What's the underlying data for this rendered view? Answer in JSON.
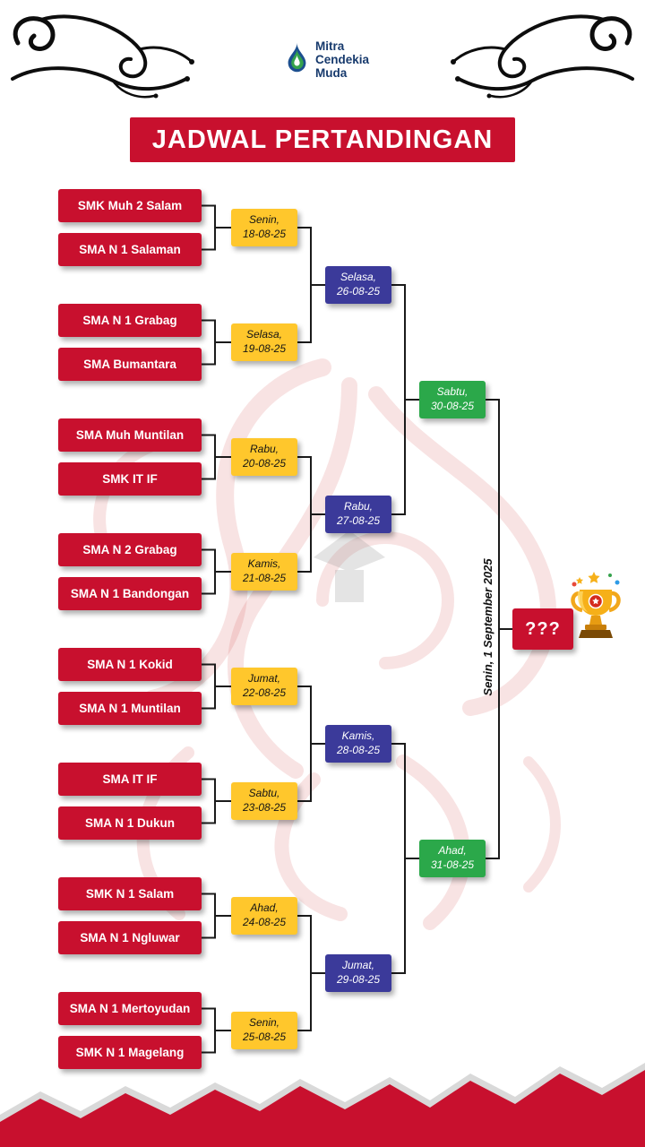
{
  "logo": {
    "name_lines": [
      "Mitra",
      "Cendekia",
      "Muda"
    ]
  },
  "title": "JADWAL PERTANDINGAN",
  "colors": {
    "red": "#C8102E",
    "yellow": "#FFC72C",
    "blue": "#3B3A9A",
    "green": "#2BA84A",
    "navy": "#173A6D"
  },
  "bracket": {
    "teams": [
      "SMK Muh 2 Salam",
      "SMA N 1 Salaman",
      "SMA N 1 Grabag",
      "SMA Bumantara",
      "SMA Muh Muntilan",
      "SMK IT IF",
      "SMA N 2 Grabag",
      "SMA N 1 Bandongan",
      "SMA N 1 Kokid",
      "SMA N 1 Muntilan",
      "SMA IT IF",
      "SMA N 1 Dukun",
      "SMK N 1 Salam",
      "SMA N 1 Ngluwar",
      "SMA N 1 Mertoyudan",
      "SMK N 1 Magelang"
    ],
    "round1": [
      {
        "day": "Senin,",
        "date": "18-08-25"
      },
      {
        "day": "Selasa,",
        "date": "19-08-25"
      },
      {
        "day": "Rabu,",
        "date": "20-08-25"
      },
      {
        "day": "Kamis,",
        "date": "21-08-25"
      },
      {
        "day": "Jumat,",
        "date": "22-08-25"
      },
      {
        "day": "Sabtu,",
        "date": "23-08-25"
      },
      {
        "day": "Ahad,",
        "date": "24-08-25"
      },
      {
        "day": "Senin,",
        "date": "25-08-25"
      }
    ],
    "round2": [
      {
        "day": "Selasa,",
        "date": "26-08-25"
      },
      {
        "day": "Rabu,",
        "date": "27-08-25"
      },
      {
        "day": "Kamis,",
        "date": "28-08-25"
      },
      {
        "day": "Jumat,",
        "date": "29-08-25"
      }
    ],
    "semifinal": [
      {
        "day": "Sabtu,",
        "date": "30-08-25"
      },
      {
        "day": "Ahad,",
        "date": "31-08-25"
      }
    ],
    "final": {
      "date_label": "Senin, 1 September 2025",
      "winner_placeholder": "???"
    }
  }
}
